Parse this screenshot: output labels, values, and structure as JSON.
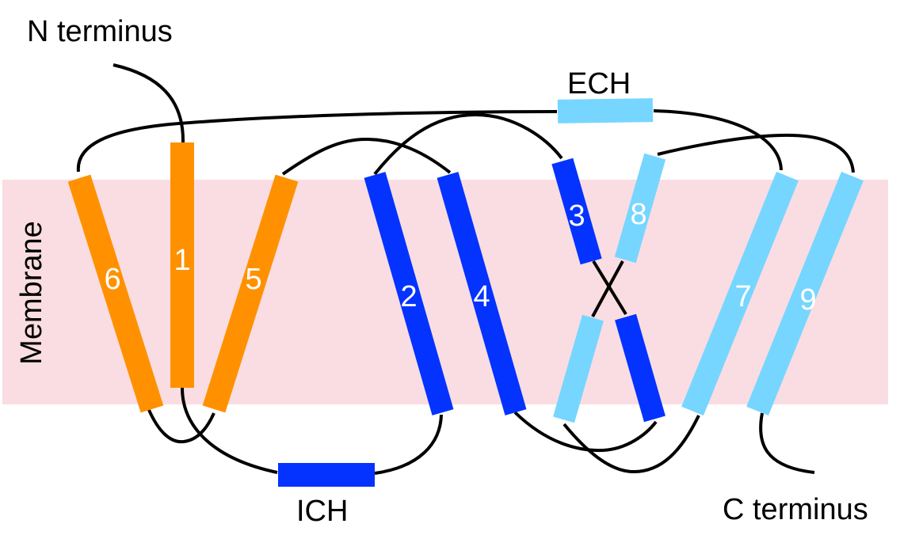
{
  "labels": {
    "n_terminus": "N terminus",
    "c_terminus": "C terminus",
    "membrane": "Membrane",
    "ech": "ECH",
    "ich": "ICH"
  },
  "colors": {
    "membrane": "#f9dde2",
    "orange": "#ff9100",
    "dark_blue": "#0433ff",
    "light_blue": "#76d6ff",
    "loop": "#000000"
  },
  "helices": [
    {
      "id": "1",
      "label": "1",
      "color_group": "orange"
    },
    {
      "id": "2",
      "label": "2",
      "color_group": "dark_blue"
    },
    {
      "id": "3",
      "label": "3",
      "color_group": "dark_blue"
    },
    {
      "id": "4",
      "label": "4",
      "color_group": "dark_blue"
    },
    {
      "id": "5",
      "label": "5",
      "color_group": "orange"
    },
    {
      "id": "6",
      "label": "6",
      "color_group": "orange"
    },
    {
      "id": "7",
      "label": "7",
      "color_group": "light_blue"
    },
    {
      "id": "8",
      "label": "8",
      "color_group": "light_blue"
    },
    {
      "id": "9",
      "label": "9",
      "color_group": "light_blue"
    }
  ]
}
